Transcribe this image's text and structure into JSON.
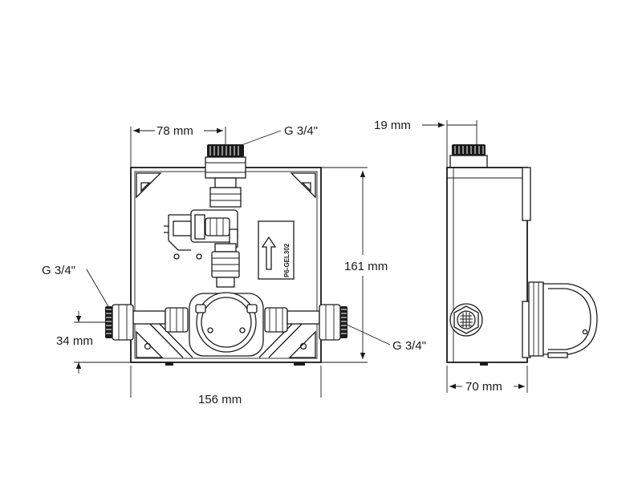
{
  "labels": {
    "front_width_top": "78 mm",
    "front_inlet_top": "G 3/4\"",
    "front_inlet_left": "G 3/4\"",
    "front_outlet_right": "G 3/4\"",
    "front_height": "161 mm",
    "front_offset_left": "34 mm",
    "front_width_bottom": "156 mm",
    "side_top_offset": "19 mm",
    "side_depth": "70 mm"
  },
  "nameplate_text": "P6-GEL302",
  "colors": {
    "line": "#1a1a1a",
    "background": "#ffffff"
  },
  "icons": {
    "flow_arrow": "arrow-up-icon"
  }
}
